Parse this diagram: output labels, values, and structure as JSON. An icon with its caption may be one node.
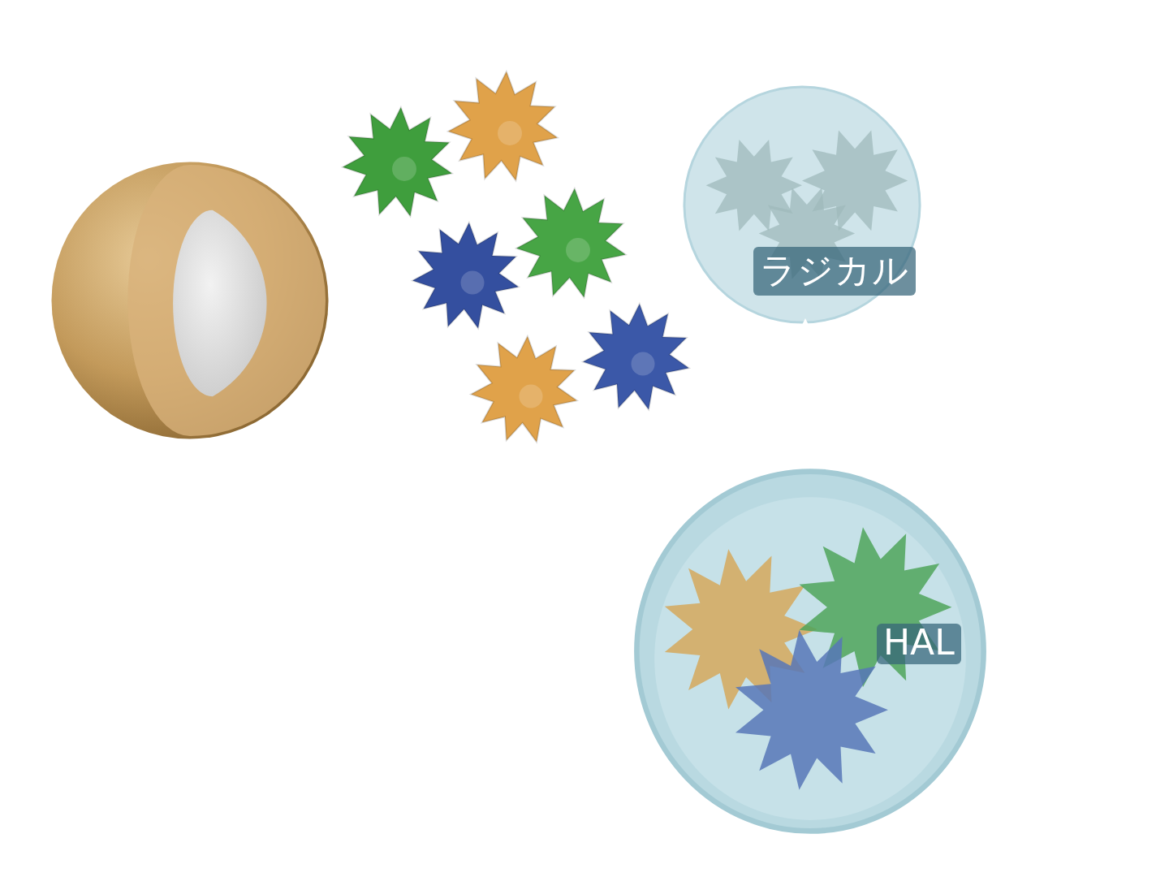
{
  "diagram": {
    "nodes": [
      {
        "text": [],
        "shape": "picture"
      },
      {
        "text": [
          "ラジカル"
        ]
      },
      {
        "text": [
          "HAL"
        ]
      }
    ],
    "edges": [
      {
        "from": 2,
        "to": 1,
        "arrow": "to",
        "color": "#ffffff"
      }
    ]
  }
}
